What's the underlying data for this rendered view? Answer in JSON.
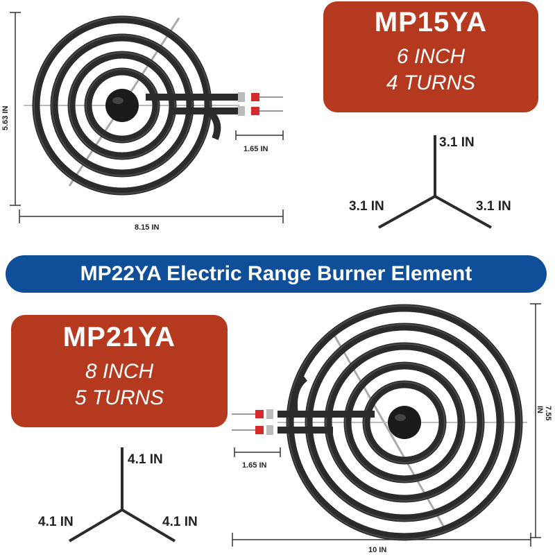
{
  "colors": {
    "spec_box": "#b5391f",
    "banner": "#0f4f9a",
    "coil": "#2a2a2a",
    "terminal": "#d52a2a"
  },
  "burner_small": {
    "model": "MP15YA",
    "size": "6 INCH",
    "turns": "4 TURNS",
    "height": "5.63 IN",
    "width": "8.15 IN",
    "terminal": "1.65 IN",
    "triangle": {
      "top": "3.1 IN",
      "left": "3.1 IN",
      "right": "3.1 IN"
    }
  },
  "banner": {
    "text": "MP22YA Electric Range Burner Element"
  },
  "burner_large": {
    "model": "MP21YA",
    "size": "8 INCH",
    "turns": "5 TURNS",
    "height": "7.55 IN",
    "width": "10 IN",
    "terminal": "1.65 IN",
    "triangle": {
      "top": "4.1 IN",
      "left": "4.1 IN",
      "right": "4.1 IN"
    }
  }
}
